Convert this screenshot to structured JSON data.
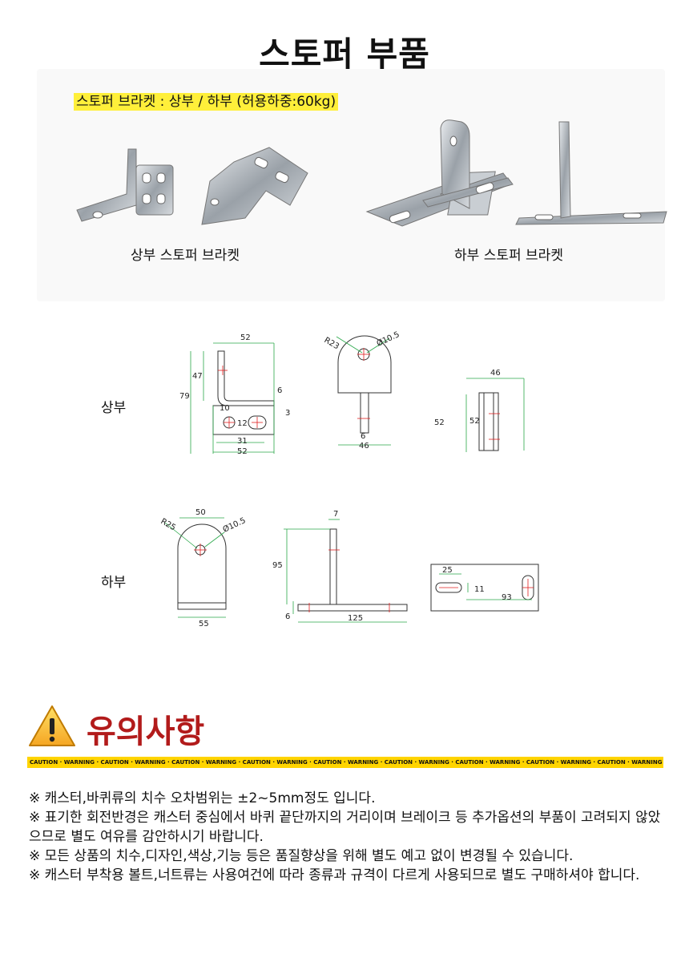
{
  "page_title": "스토퍼 부품",
  "section1": {
    "highlight": "스토퍼 브라켓 : 상부 / 하부 (허용하중:60kg)",
    "caption_upper": "상부 스토퍼 브라켓",
    "caption_lower": "하부 스토퍼 브라켓"
  },
  "drawings": {
    "label_upper": "상부",
    "label_lower": "하부",
    "upper_side": {
      "w": "52",
      "h47": "47",
      "h79": "79",
      "t6": "6",
      "t3": "3",
      "d10": "10",
      "d12": "12",
      "d31": "31",
      "w52b": "52"
    },
    "upper_front": {
      "r": "R23",
      "hole": "Ø10.5",
      "t6": "6",
      "w46": "46"
    },
    "upper_top": {
      "w46": "46",
      "h52a": "52",
      "h52b": "52"
    },
    "lower_front": {
      "w50": "50",
      "r": "R25",
      "hole": "Ø10.5",
      "w55": "55"
    },
    "lower_side": {
      "t7": "7",
      "h95": "95",
      "t6": "6",
      "w125": "125"
    },
    "lower_top": {
      "d25": "25",
      "d11": "11",
      "d93": "93"
    }
  },
  "caution": {
    "title": "유의사항",
    "tape_text": "CAUTION · WARNING · CAUTION · WARNING · CAUTION · WARNING · CAUTION · WARNING · CAUTION · WARNING · CAUTION · WARNING · CAUTION · WARNING · CAUTION · WARNING · CAUTION · WARNING · CA"
  },
  "notes": [
    "※ 캐스터,바퀴류의 치수 오차범위는 ±2~5mm정도 입니다.",
    "※ 표기한 회전반경은 캐스터 중심에서 바퀴 끝단까지의 거리이며 브레이크 등 추가옵션의 부품이 고려되지 않았으므로 별도 여유를 감안하시기 바랍니다.",
    "※ 모든 상품의 치수,디자인,색상,기능 등은 품질향상을 위해 별도 예고 없이 변경될 수 있습니다.",
    "※ 캐스터 부착용 볼트,너트류는 사용여건에 따라 종류과 규격이 다르게 사용되므로 별도 구매하셔야 합니다."
  ]
}
